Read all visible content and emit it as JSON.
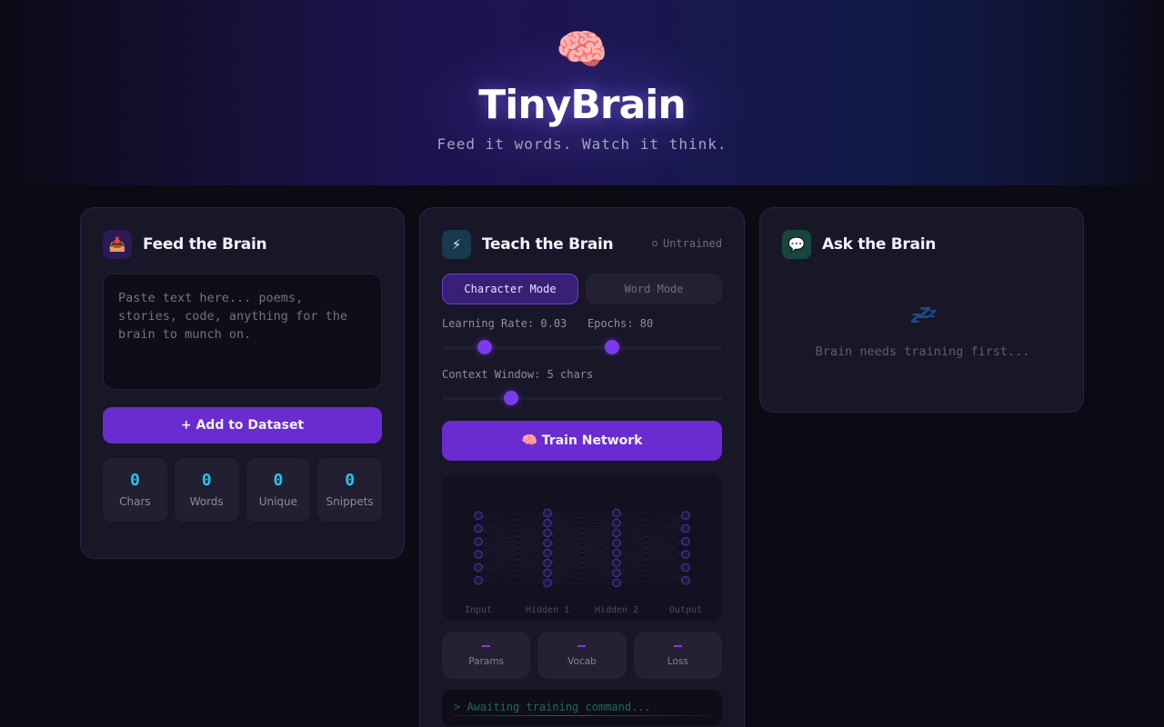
{
  "header": {
    "logo_emoji": "🧠",
    "title": "TinyBrain",
    "subtitle": "Feed it words. Watch it think."
  },
  "feed": {
    "icon": "📥",
    "title": "Feed the Brain",
    "textarea_placeholder": "Paste text here... poems, stories, code, anything for the brain to munch on.",
    "textarea_value": "",
    "add_button": "+ Add to Dataset",
    "stats": [
      {
        "value": "0",
        "label": "Chars"
      },
      {
        "value": "0",
        "label": "Words"
      },
      {
        "value": "0",
        "label": "Unique"
      },
      {
        "value": "0",
        "label": "Snippets"
      }
    ]
  },
  "teach": {
    "icon": "⚡",
    "title": "Teach the Brain",
    "status": "Untrained",
    "modes": [
      {
        "label": "Character Mode",
        "active": true
      },
      {
        "label": "Word Mode",
        "active": false
      }
    ],
    "sliders": {
      "learning_rate": {
        "label": "Learning Rate: 0.03",
        "value": 0.03,
        "position_pct": 32
      },
      "epochs": {
        "label": "Epochs: 80",
        "value": 80,
        "position_pct": 19
      },
      "context_window": {
        "label": "Context Window: 5 chars",
        "value": 5,
        "position_pct": 24
      }
    },
    "train_button": "🧠 Train Network",
    "network": {
      "layers": [
        {
          "label": "Input",
          "nodes": 6
        },
        {
          "label": "Hidden 1",
          "nodes": 8
        },
        {
          "label": "Hidden 2",
          "nodes": 8
        },
        {
          "label": "Output",
          "nodes": 6
        }
      ]
    },
    "stats": [
      {
        "value": "–",
        "label": "Params"
      },
      {
        "value": "–",
        "label": "Vocab"
      },
      {
        "value": "–",
        "label": "Loss"
      }
    ],
    "terminal": "> Awaiting training command..."
  },
  "ask": {
    "icon": "💬",
    "title": "Ask the Brain",
    "empty_icon": "zzz",
    "empty_message": "Brain needs training first..."
  },
  "colors": {
    "accent": "#6a2bd0",
    "slider_thumb": "#7c3aed",
    "stat_value": "#22c7ee",
    "terminal_text": "#1f6b55",
    "card_bg": "#181727",
    "page_bg": "#0b0b14"
  }
}
